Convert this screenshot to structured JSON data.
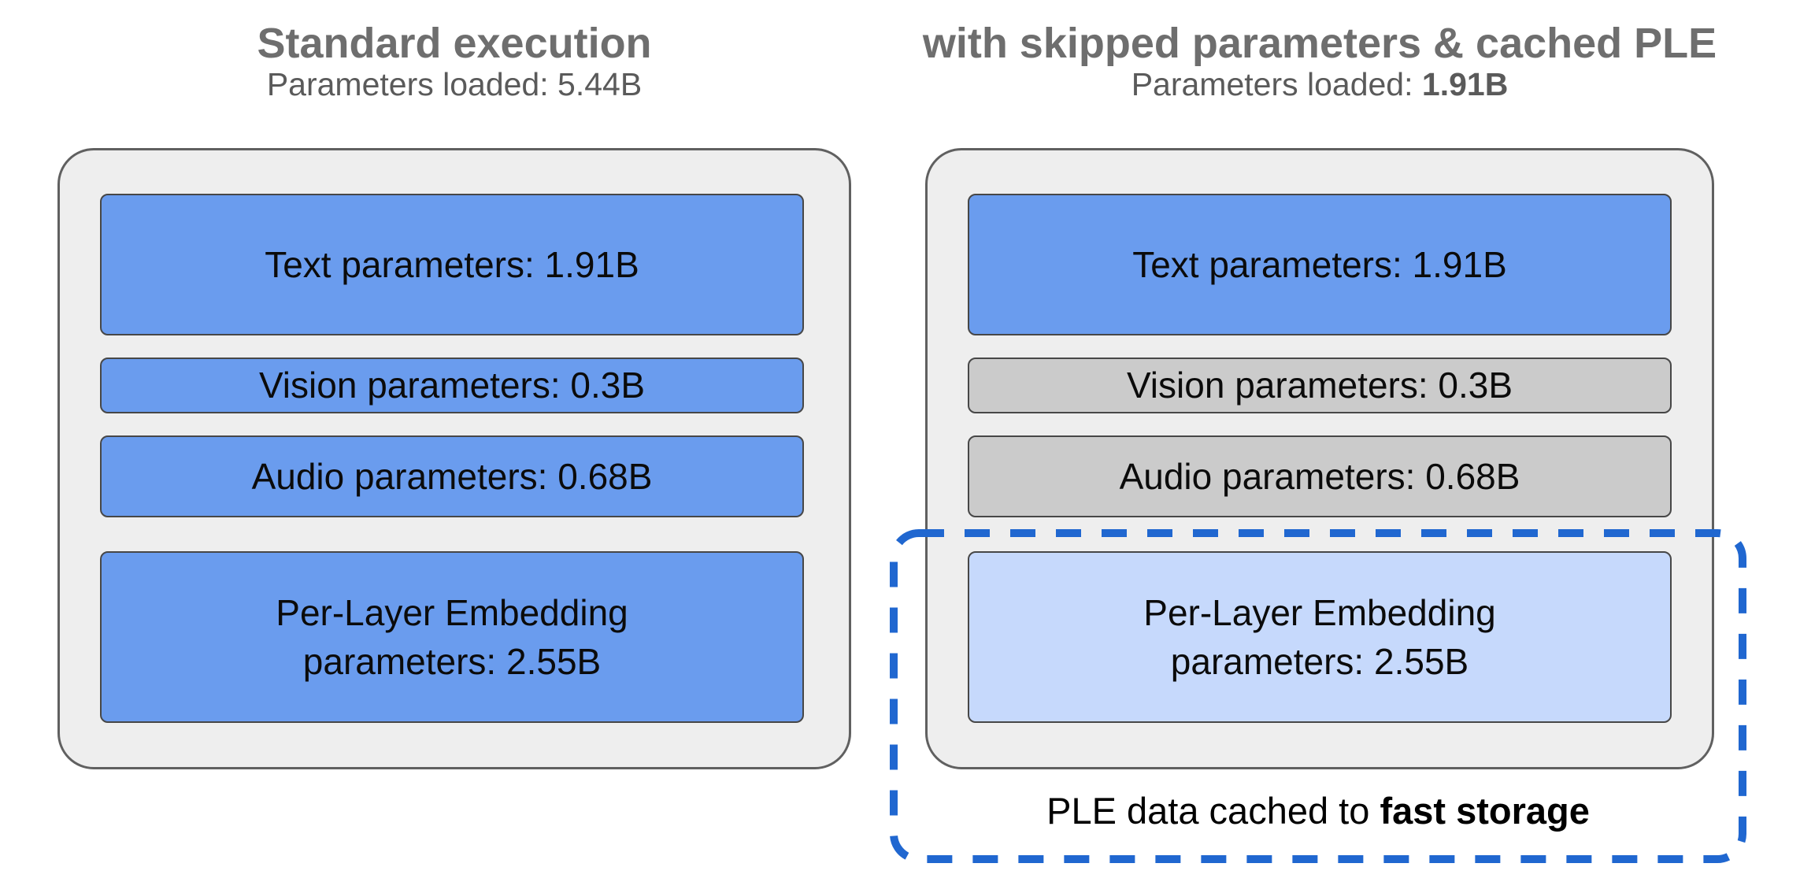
{
  "colors": {
    "title_gray": "#6e6e6e",
    "subtitle_gray": "#5a5a5a",
    "container_bg": "#eeeeee",
    "container_border": "#606060",
    "box_border": "#474747",
    "box_text": "#0b0b0b",
    "blue_fill": "#6a9cee",
    "gray_fill": "#cbcbcb",
    "lightblue_fill": "#c6d9fc",
    "dash_blue": "#2067d0",
    "caption_text": "#000000"
  },
  "left_panel": {
    "title": "Standard execution",
    "subtitle_label": "Parameters loaded: ",
    "subtitle_value": "5.44B",
    "boxes": [
      {
        "label": "Text parameters: 1.91B",
        "variant": "loaded"
      },
      {
        "label": "Vision parameters: 0.3B",
        "variant": "loaded"
      },
      {
        "label": "Audio parameters: 0.68B",
        "variant": "loaded"
      },
      {
        "line1": "Per-Layer Embedding",
        "line2": "parameters: 2.55B",
        "variant": "loaded"
      }
    ]
  },
  "right_panel": {
    "title": "with skipped parameters & cached PLE",
    "subtitle_label": "Parameters loaded: ",
    "subtitle_value": "1.91B",
    "boxes": [
      {
        "label": "Text parameters: 1.91B",
        "variant": "loaded"
      },
      {
        "label": "Vision parameters: 0.3B",
        "variant": "skipped"
      },
      {
        "label": "Audio parameters: 0.68B",
        "variant": "skipped"
      },
      {
        "line1": "Per-Layer Embedding",
        "line2": "parameters: 2.55B",
        "variant": "cached"
      }
    ],
    "caption_label": "PLE data cached to ",
    "caption_bold": "fast storage"
  }
}
